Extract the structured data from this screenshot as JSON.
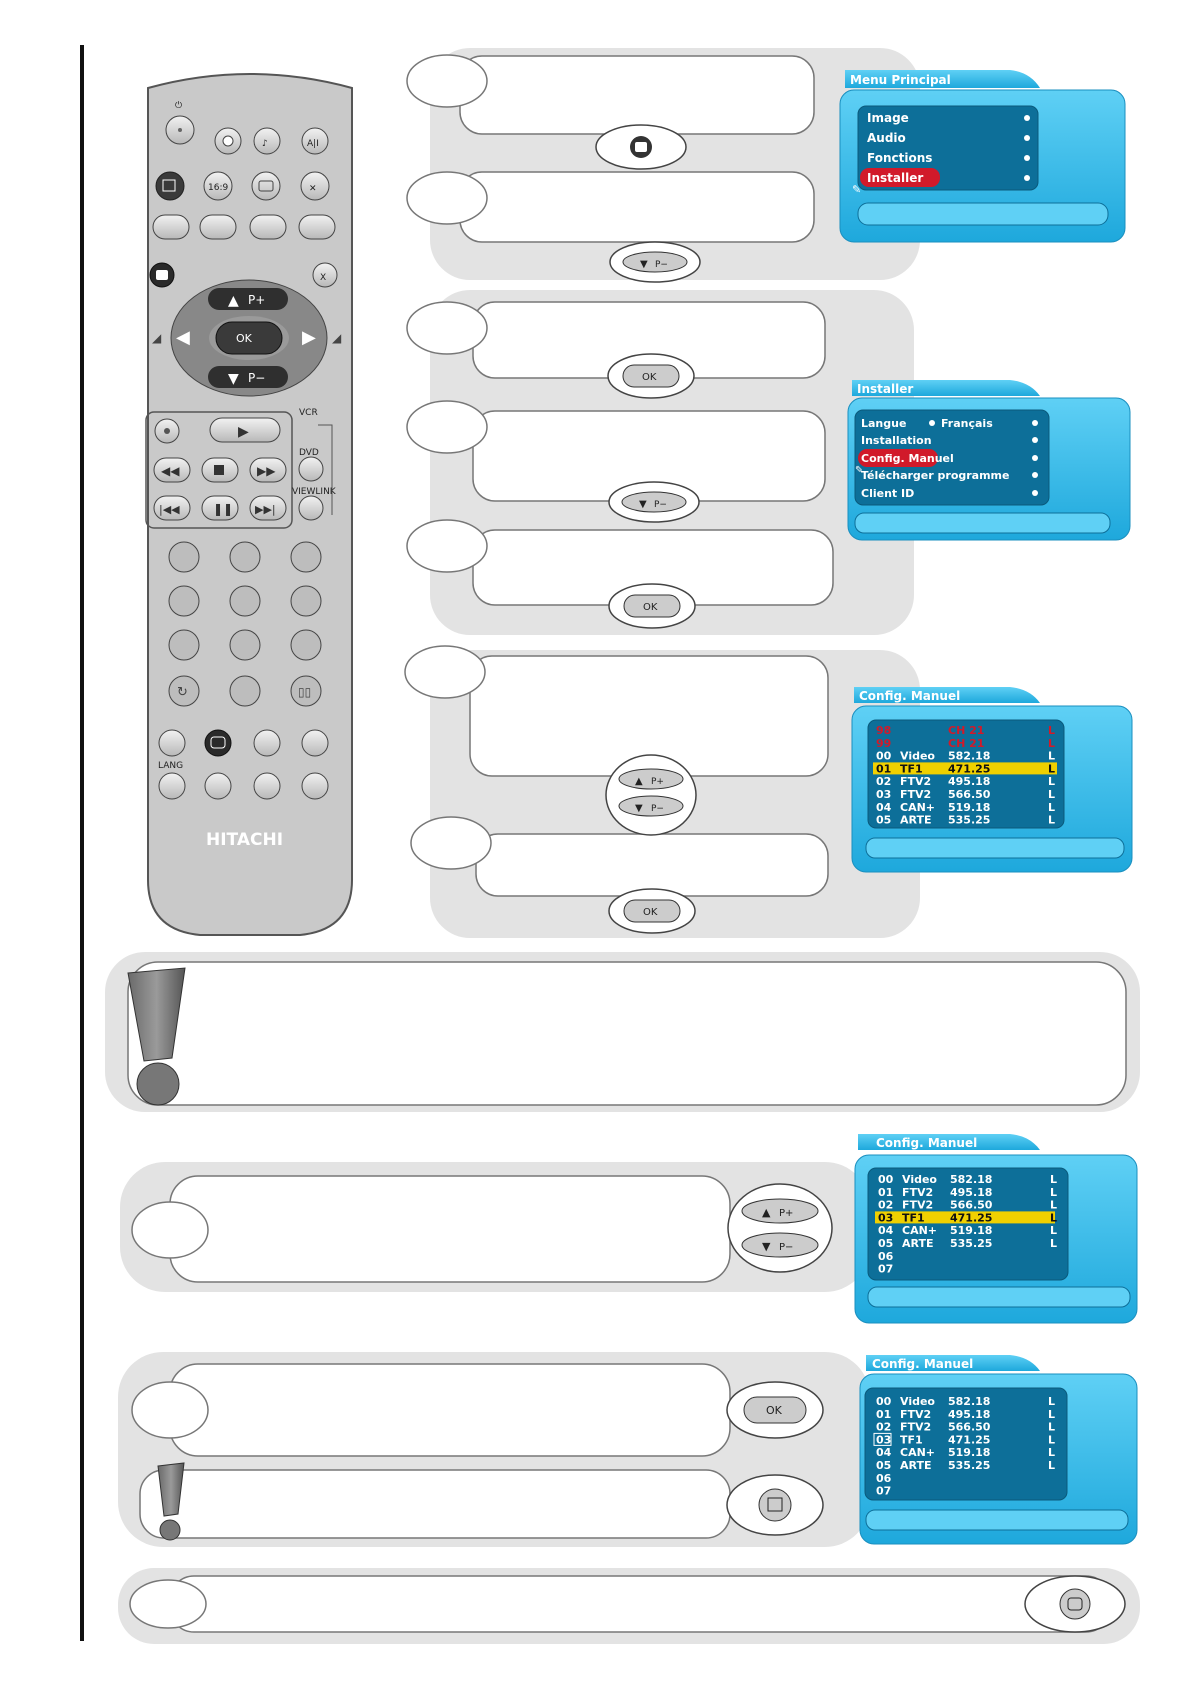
{
  "remote": {
    "brand": "HITACHI",
    "labels": {
      "vcr": "VCR",
      "dvd": "DVD",
      "viewlink": "VIEWLINK",
      "lang": "LANG",
      "ok": "OK",
      "p_plus": "P+",
      "p_minus": "P−",
      "x": "X",
      "ratio": "16:9"
    }
  },
  "keys": {
    "ok": "OK",
    "p_plus": "P+",
    "p_minus": "P−"
  },
  "osd_menus": [
    {
      "title": "Menu Principal",
      "items": [
        "Image",
        "Audio",
        "Fonctions",
        "Installer"
      ],
      "selected": "Installer"
    },
    {
      "title": "Installer",
      "items": [
        {
          "label": "Langue",
          "value": "Français"
        },
        {
          "label": "Installation",
          "value": ""
        },
        {
          "label": "Config. Manuel",
          "value": ""
        },
        {
          "label": "Télécharger programme",
          "value": ""
        },
        {
          "label": "Client ID",
          "value": ""
        }
      ],
      "selected": "Config. Manuel"
    },
    {
      "title": "Config. Manuel",
      "rows": [
        {
          "num": "98",
          "name": "",
          "freq": "CH 21",
          "flag": "L",
          "style": "red"
        },
        {
          "num": "99",
          "name": "",
          "freq": "CH 21",
          "flag": "L",
          "style": "red"
        },
        {
          "num": "00",
          "name": "Video",
          "freq": "582.18",
          "flag": "L",
          "style": "normal"
        },
        {
          "num": "01",
          "name": "TF1",
          "freq": "471.25",
          "flag": "L",
          "style": "highlight"
        },
        {
          "num": "02",
          "name": "FTV2",
          "freq": "495.18",
          "flag": "L",
          "style": "normal"
        },
        {
          "num": "03",
          "name": "FTV2",
          "freq": "566.50",
          "flag": "L",
          "style": "normal"
        },
        {
          "num": "04",
          "name": "CAN+",
          "freq": "519.18",
          "flag": "L",
          "style": "normal"
        },
        {
          "num": "05",
          "name": "ARTE",
          "freq": "535.25",
          "flag": "L",
          "style": "normal"
        }
      ]
    },
    {
      "title": "Config. Manuel",
      "rows": [
        {
          "num": "00",
          "name": "Video",
          "freq": "582.18",
          "flag": "L",
          "style": "normal"
        },
        {
          "num": "01",
          "name": "FTV2",
          "freq": "495.18",
          "flag": "L",
          "style": "normal"
        },
        {
          "num": "02",
          "name": "FTV2",
          "freq": "566.50",
          "flag": "L",
          "style": "normal"
        },
        {
          "num": "03",
          "name": "TF1",
          "freq": "471.25",
          "flag": "L",
          "style": "highlight"
        },
        {
          "num": "04",
          "name": "CAN+",
          "freq": "519.18",
          "flag": "L",
          "style": "normal"
        },
        {
          "num": "05",
          "name": "ARTE",
          "freq": "535.25",
          "flag": "L",
          "style": "normal"
        },
        {
          "num": "06",
          "name": "",
          "freq": "",
          "flag": "",
          "style": "normal"
        },
        {
          "num": "07",
          "name": "",
          "freq": "",
          "flag": "",
          "style": "normal"
        }
      ]
    },
    {
      "title": "Config. Manuel",
      "rows": [
        {
          "num": "00",
          "name": "Video",
          "freq": "582.18",
          "flag": "L",
          "style": "normal"
        },
        {
          "num": "01",
          "name": "FTV2",
          "freq": "495.18",
          "flag": "L",
          "style": "normal"
        },
        {
          "num": "02",
          "name": "FTV2",
          "freq": "566.50",
          "flag": "L",
          "style": "normal"
        },
        {
          "num": "03",
          "name": "TF1",
          "freq": "471.25",
          "flag": "L",
          "style": "boxed"
        },
        {
          "num": "04",
          "name": "CAN+",
          "freq": "519.18",
          "flag": "L",
          "style": "normal"
        },
        {
          "num": "05",
          "name": "ARTE",
          "freq": "535.25",
          "flag": "L",
          "style": "normal"
        },
        {
          "num": "06",
          "name": "",
          "freq": "",
          "flag": "",
          "style": "normal"
        },
        {
          "num": "07",
          "name": "",
          "freq": "",
          "flag": "",
          "style": "normal"
        }
      ]
    }
  ],
  "colors": {
    "panel_gray": "#e3e3e3",
    "osd_blue": "#2eb8e6",
    "osd_dark": "#0d6f99",
    "osd_highlight": "#f0d000",
    "osd_selected_red": "#d11a2a",
    "remote_body": "#c8c8c8"
  }
}
